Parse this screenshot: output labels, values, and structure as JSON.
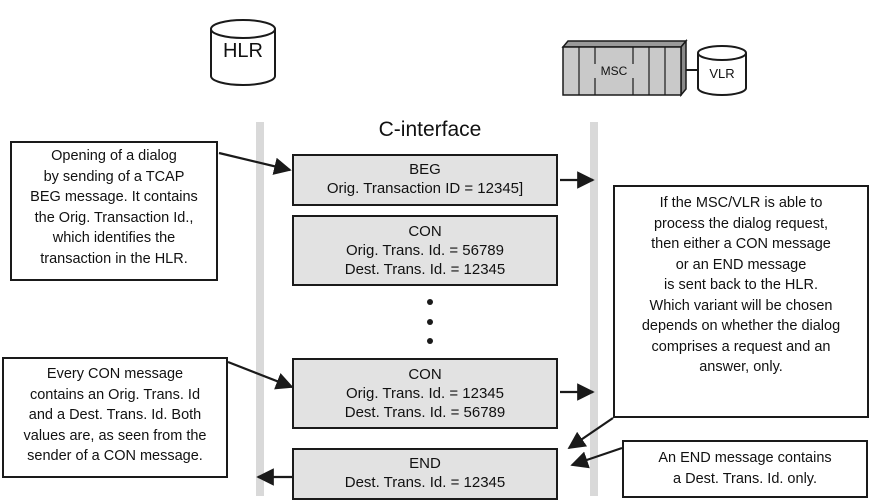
{
  "hlr": {
    "label": "HLR"
  },
  "msc": {
    "label": "MSC"
  },
  "vlr": {
    "label": "VLR"
  },
  "interface_title": "C-interface",
  "messages": [
    {
      "lines": [
        "BEG",
        "Orig. Transaction ID = 12345]"
      ]
    },
    {
      "lines": [
        "CON",
        "Orig. Trans. Id. = 56789",
        "Dest. Trans. Id. = 12345"
      ]
    },
    {
      "lines": [
        "CON",
        "Orig. Trans. Id. = 12345",
        "Dest. Trans. Id. = 56789"
      ]
    },
    {
      "lines": [
        "END",
        "Dest. Trans. Id. = 12345"
      ]
    }
  ],
  "notes": {
    "opening": [
      "Opening of a dialog",
      "by sending of a TCAP",
      "BEG message. It contains",
      "the Orig. Transaction Id.,",
      "which identifies the",
      "transaction in the HLR."
    ],
    "con": [
      "Every CON message",
      "contains an Orig. Trans. Id",
      "and a Dest. Trans. Id. Both",
      "values are, as seen from the",
      "sender of a CON message."
    ],
    "variant": [
      "If the MSC/VLR is able to",
      "process the dialog request,",
      "then either a CON message",
      "or an END message",
      "is sent back to the HLR.",
      "Which variant will be chosen",
      "depends on whether the dialog",
      "comprises a request and an",
      "answer, only."
    ],
    "end": [
      "An END message contains",
      "a Dest. Trans. Id. only."
    ]
  },
  "colors": {
    "message_fill": "#e2e2e2",
    "lane": "#d9d9d9",
    "msc_fill": "#c9c9c9",
    "stroke": "#1a1a1a"
  },
  "icons": [
    "database-cylinder-icon",
    "msc-switch-rack-icon",
    "arrow-icon",
    "ellipsis-dots-icon"
  ]
}
